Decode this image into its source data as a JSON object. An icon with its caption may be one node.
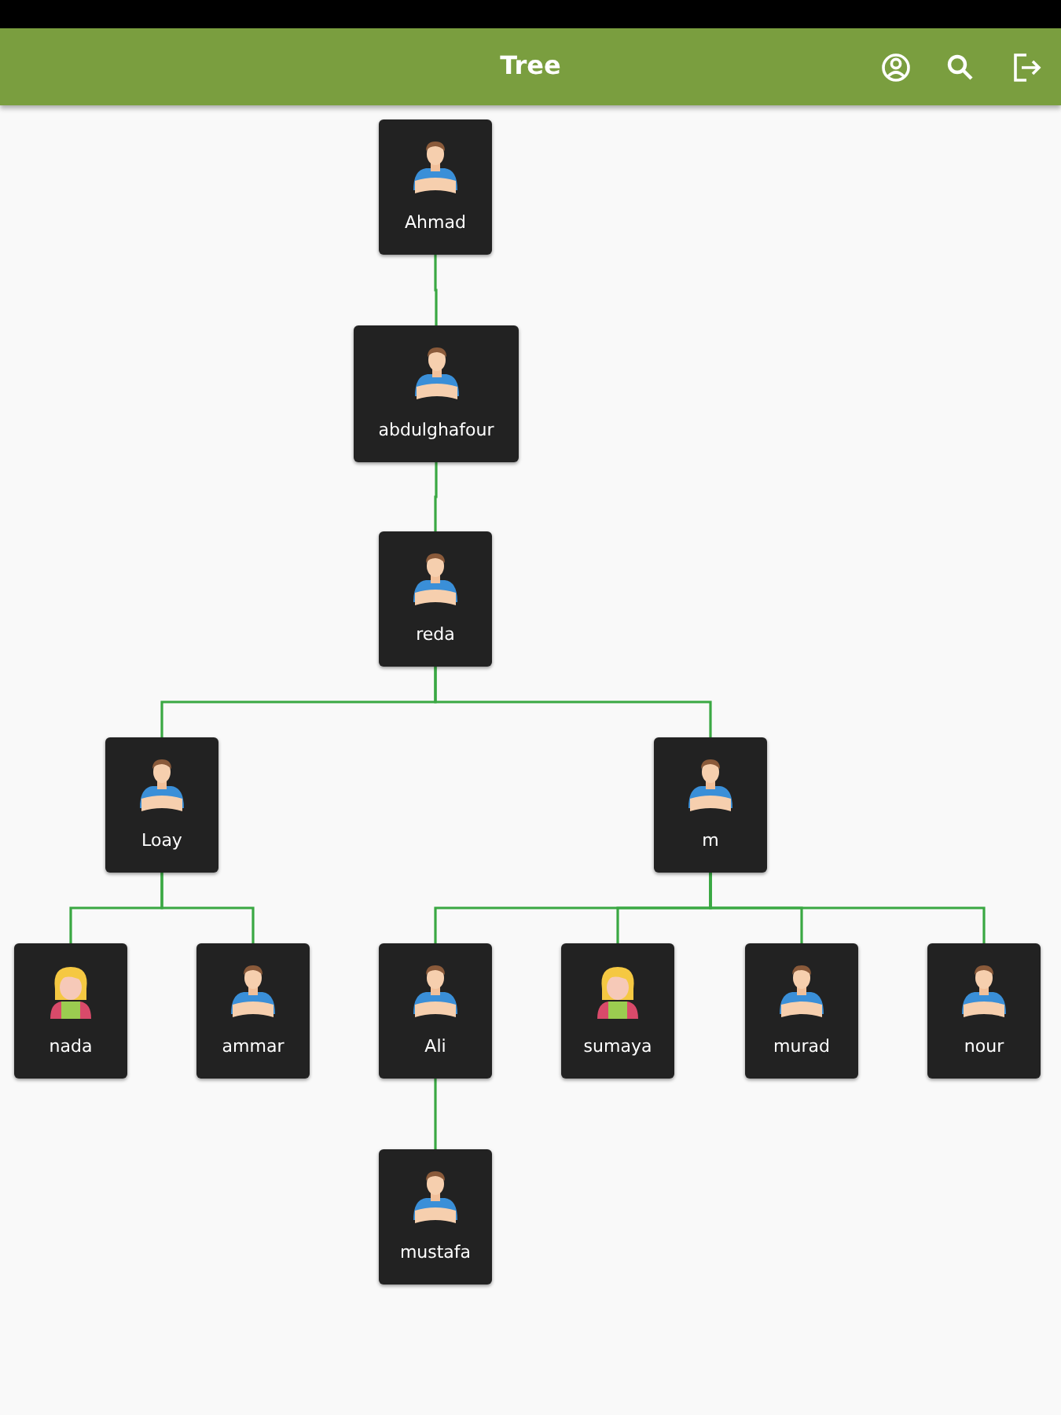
{
  "diagram": {
    "title": "Tree",
    "nodes": [
      {
        "text": [
          "Ahmad"
        ]
      },
      {
        "text": [
          "abdulghafour"
        ]
      },
      {
        "text": [
          "reda"
        ]
      },
      {
        "text": [
          "Loay"
        ]
      },
      {
        "text": [
          "m"
        ]
      },
      {
        "text": [
          "nada"
        ]
      },
      {
        "text": [
          "ammar"
        ]
      },
      {
        "text": [
          "Ali"
        ]
      },
      {
        "text": [
          "sumaya"
        ]
      },
      {
        "text": [
          "murad"
        ]
      },
      {
        "text": [
          "nour"
        ]
      },
      {
        "text": [
          "mustafa"
        ]
      }
    ],
    "edges": [
      {
        "from": 0,
        "to": 1,
        "arrow": "none"
      },
      {
        "from": 1,
        "to": 2,
        "arrow": "none"
      },
      {
        "from": 2,
        "to": 3,
        "arrow": "none"
      },
      {
        "from": 2,
        "to": 4,
        "arrow": "none"
      },
      {
        "from": 3,
        "to": 5,
        "arrow": "none"
      },
      {
        "from": 3,
        "to": 6,
        "arrow": "none"
      },
      {
        "from": 4,
        "to": 7,
        "arrow": "none"
      },
      {
        "from": 4,
        "to": 8,
        "arrow": "none"
      },
      {
        "from": 4,
        "to": 9,
        "arrow": "none"
      },
      {
        "from": 4,
        "to": 10,
        "arrow": "none"
      },
      {
        "from": 7,
        "to": 11,
        "arrow": "none"
      }
    ]
  }
}
